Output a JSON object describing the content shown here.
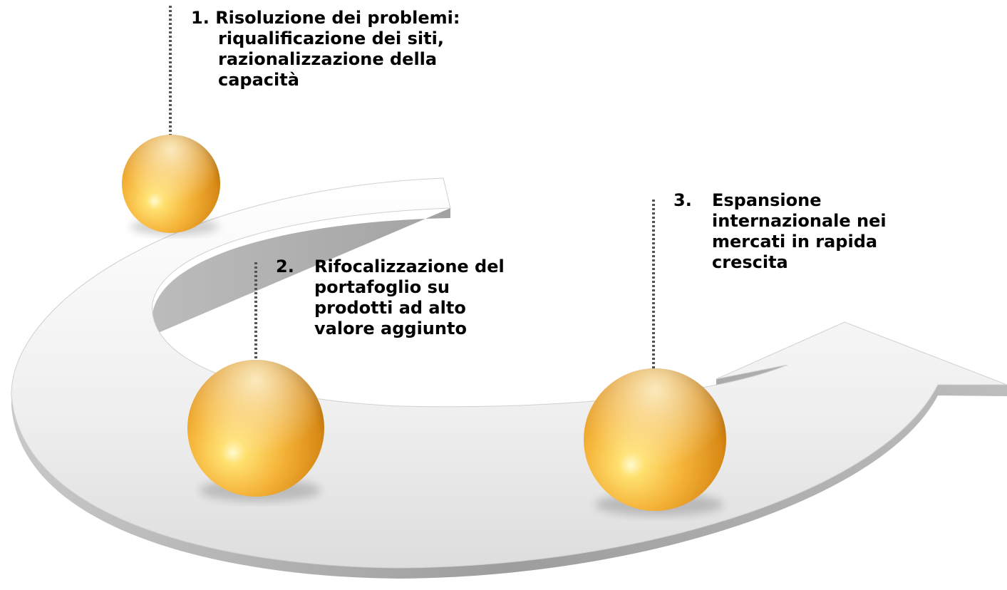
{
  "colors": {
    "sphere_highlight": "#fff6a8",
    "sphere_mid": "#f4b43c",
    "sphere_dark": "#b06a08",
    "arrow_top": "#f6f6f6",
    "arrow_side": "#a9a9a9",
    "leader_line": "#555555"
  },
  "steps": [
    {
      "number": "1.",
      "lines": [
        "Risoluzione dei problemi:",
        "riqualificazione dei siti,",
        "razionalizzazione della",
        "capacità"
      ]
    },
    {
      "number": "2.",
      "lines": [
        "Rifocalizzazione del",
        "portafoglio su",
        "prodotti ad alto",
        "valore aggiunto"
      ]
    },
    {
      "number": "3.",
      "lines": [
        "Espansione",
        "internazionale nei",
        "mercati in rapida",
        "crescita"
      ]
    }
  ],
  "icons": {
    "spheres": [
      "gold-sphere-icon",
      "gold-sphere-icon",
      "gold-sphere-icon"
    ],
    "arrow": "curved-arrow-icon"
  }
}
